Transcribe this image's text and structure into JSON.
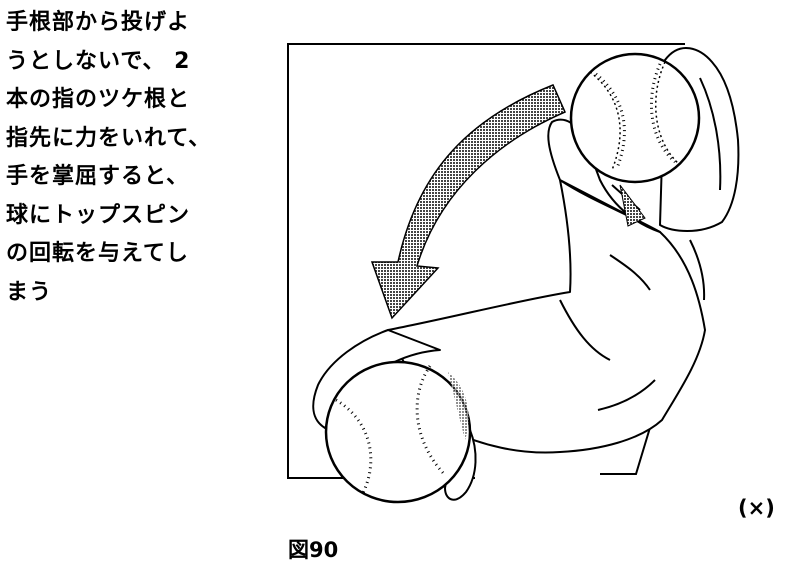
{
  "caption_lines": [
    "手根部から投げよ",
    "うとしないで、 2",
    "本の指のツケ根と",
    "指先に力をいれて、",
    "手を掌屈すると、",
    "球にトップスピン",
    "の回転を与えてし",
    "まう"
  ],
  "verdict_mark": "(×)",
  "figure_label": "図90",
  "colors": {
    "ink": "#000000",
    "arrow_fill": "#5a5a5a",
    "paper": "#ffffff"
  },
  "icons": {
    "motion_arrow": "curved-arrow-down-left",
    "ball": "baseball"
  }
}
